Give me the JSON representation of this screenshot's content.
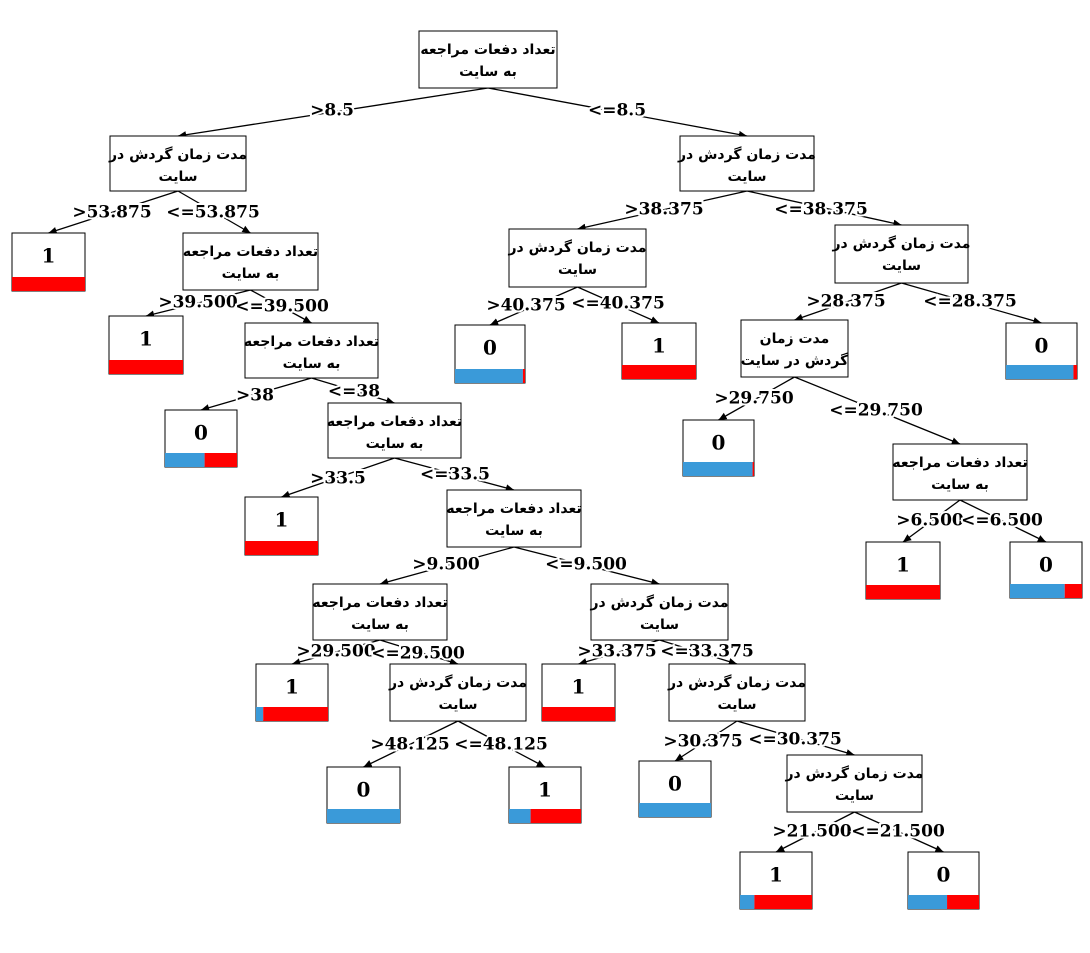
{
  "colors": {
    "class0": "#3a9ad9",
    "class1": "#ff0000",
    "border": "#000000",
    "edge": "#000000"
  },
  "nodes": [
    {
      "id": "n0",
      "lines": [
        "تعداد دفعات مراجعه",
        "به سایت"
      ]
    },
    {
      "id": "n1",
      "lines": [
        "مدت زمان گردش در",
        "سایت"
      ]
    },
    {
      "id": "n2",
      "lines": [
        "مدت زمان گردش در",
        "سایت"
      ]
    },
    {
      "id": "n3",
      "lines": [
        "تعداد دفعات مراجعه",
        "به سایت"
      ]
    },
    {
      "id": "n4",
      "lines": [
        "تعداد دفعات مراجعه",
        "به سایت"
      ]
    },
    {
      "id": "n5",
      "lines": [
        "تعداد دفعات مراجعه",
        "به سایت"
      ]
    },
    {
      "id": "n6",
      "lines": [
        "تعداد دفعات مراجعه",
        "به سایت"
      ]
    },
    {
      "id": "n7",
      "lines": [
        "تعداد دفعات مراجعه",
        "به سایت"
      ]
    },
    {
      "id": "n8",
      "lines": [
        "مدت زمان گردش در",
        "سایت"
      ]
    },
    {
      "id": "n9",
      "lines": [
        "مدت زمان گردش در",
        "سایت"
      ]
    },
    {
      "id": "n10",
      "lines": [
        "مدت زمان گردش در",
        "سایت"
      ]
    },
    {
      "id": "n11",
      "lines": [
        "مدت زمان گردش در",
        "سایت"
      ]
    },
    {
      "id": "n12",
      "lines": [
        "مدت زمان گردش در",
        "سایت"
      ]
    },
    {
      "id": "n13",
      "lines": [
        "مدت زمان گردش در",
        "سایت"
      ]
    },
    {
      "id": "n14",
      "lines": [
        "مدت زمان",
        "گردش در سایت"
      ]
    },
    {
      "id": "n15",
      "lines": [
        "تعداد دفعات مراجعه",
        "به سایت"
      ]
    }
  ],
  "leaves": [
    {
      "id": "l1",
      "label": "1",
      "frac0": 0.0
    },
    {
      "id": "l2",
      "label": "1",
      "frac0": 0.0
    },
    {
      "id": "l3",
      "label": "0",
      "frac0": 0.55
    },
    {
      "id": "l4",
      "label": "1",
      "frac0": 0.0
    },
    {
      "id": "l5",
      "label": "1",
      "frac0": 0.1
    },
    {
      "id": "l6",
      "label": "0",
      "frac0": 1.0
    },
    {
      "id": "l7",
      "label": "1",
      "frac0": 0.3
    },
    {
      "id": "l8",
      "label": "1",
      "frac0": 0.0
    },
    {
      "id": "l9",
      "label": "0",
      "frac0": 1.0
    },
    {
      "id": "l10",
      "label": "1",
      "frac0": 0.2
    },
    {
      "id": "l11",
      "label": "0",
      "frac0": 0.55
    },
    {
      "id": "l12",
      "label": "0",
      "frac0": 0.97
    },
    {
      "id": "l13",
      "label": "1",
      "frac0": 0.0
    },
    {
      "id": "l14",
      "label": "0",
      "frac0": 0.95
    },
    {
      "id": "l15",
      "label": "1",
      "frac0": 0.0
    },
    {
      "id": "l16",
      "label": "0",
      "frac0": 0.98
    },
    {
      "id": "l17",
      "label": "0",
      "frac0": 0.76
    }
  ],
  "edges": [
    {
      "from": "n0",
      "to": "n1",
      "label": ">8.5"
    },
    {
      "from": "n0",
      "to": "n2",
      "label": "<=8.5"
    },
    {
      "from": "n1",
      "to": "l1",
      "label": ">53.875"
    },
    {
      "from": "n1",
      "to": "n3",
      "label": "<=53.875"
    },
    {
      "from": "n3",
      "to": "l2",
      "label": ">39.500"
    },
    {
      "from": "n3",
      "to": "n4",
      "label": "<=39.500"
    },
    {
      "from": "n4",
      "to": "l3",
      "label": ">38"
    },
    {
      "from": "n4",
      "to": "n5",
      "label": "<=38"
    },
    {
      "from": "n5",
      "to": "l4",
      "label": ">33.5"
    },
    {
      "from": "n5",
      "to": "n6",
      "label": "<=33.5"
    },
    {
      "from": "n6",
      "to": "n7",
      "label": ">9.500"
    },
    {
      "from": "n6",
      "to": "n8",
      "label": "<=9.500"
    },
    {
      "from": "n7",
      "to": "l5",
      "label": ">29.500"
    },
    {
      "from": "n7",
      "to": "n9",
      "label": "<=29.500"
    },
    {
      "from": "n9",
      "to": "l6",
      "label": ">48.125"
    },
    {
      "from": "n9",
      "to": "l7",
      "label": "<=48.125"
    },
    {
      "from": "n8",
      "to": "l8",
      "label": ">33.375"
    },
    {
      "from": "n8",
      "to": "n10",
      "label": "<=33.375"
    },
    {
      "from": "n10",
      "to": "l9",
      "label": ">30.375"
    },
    {
      "from": "n10",
      "to": "n11",
      "label": "<=30.375"
    },
    {
      "from": "n11",
      "to": "l10",
      "label": ">21.500"
    },
    {
      "from": "n11",
      "to": "l11",
      "label": "<=21.500"
    },
    {
      "from": "n2",
      "to": "n12",
      "label": ">38.375"
    },
    {
      "from": "n2",
      "to": "n13",
      "label": "<=38.375"
    },
    {
      "from": "n12",
      "to": "l12",
      "label": ">40.375"
    },
    {
      "from": "n12",
      "to": "l13",
      "label": "<=40.375"
    },
    {
      "from": "n13",
      "to": "n14",
      "label": ">28.375"
    },
    {
      "from": "n13",
      "to": "l14",
      "label": "<=28.375"
    },
    {
      "from": "n14",
      "to": "l16",
      "label": ">29.750"
    },
    {
      "from": "n14",
      "to": "n15",
      "label": "<=29.750"
    },
    {
      "from": "n15",
      "to": "l15",
      "label": ">6.500"
    },
    {
      "from": "n15",
      "to": "l17",
      "label": "<=6.500"
    }
  ]
}
